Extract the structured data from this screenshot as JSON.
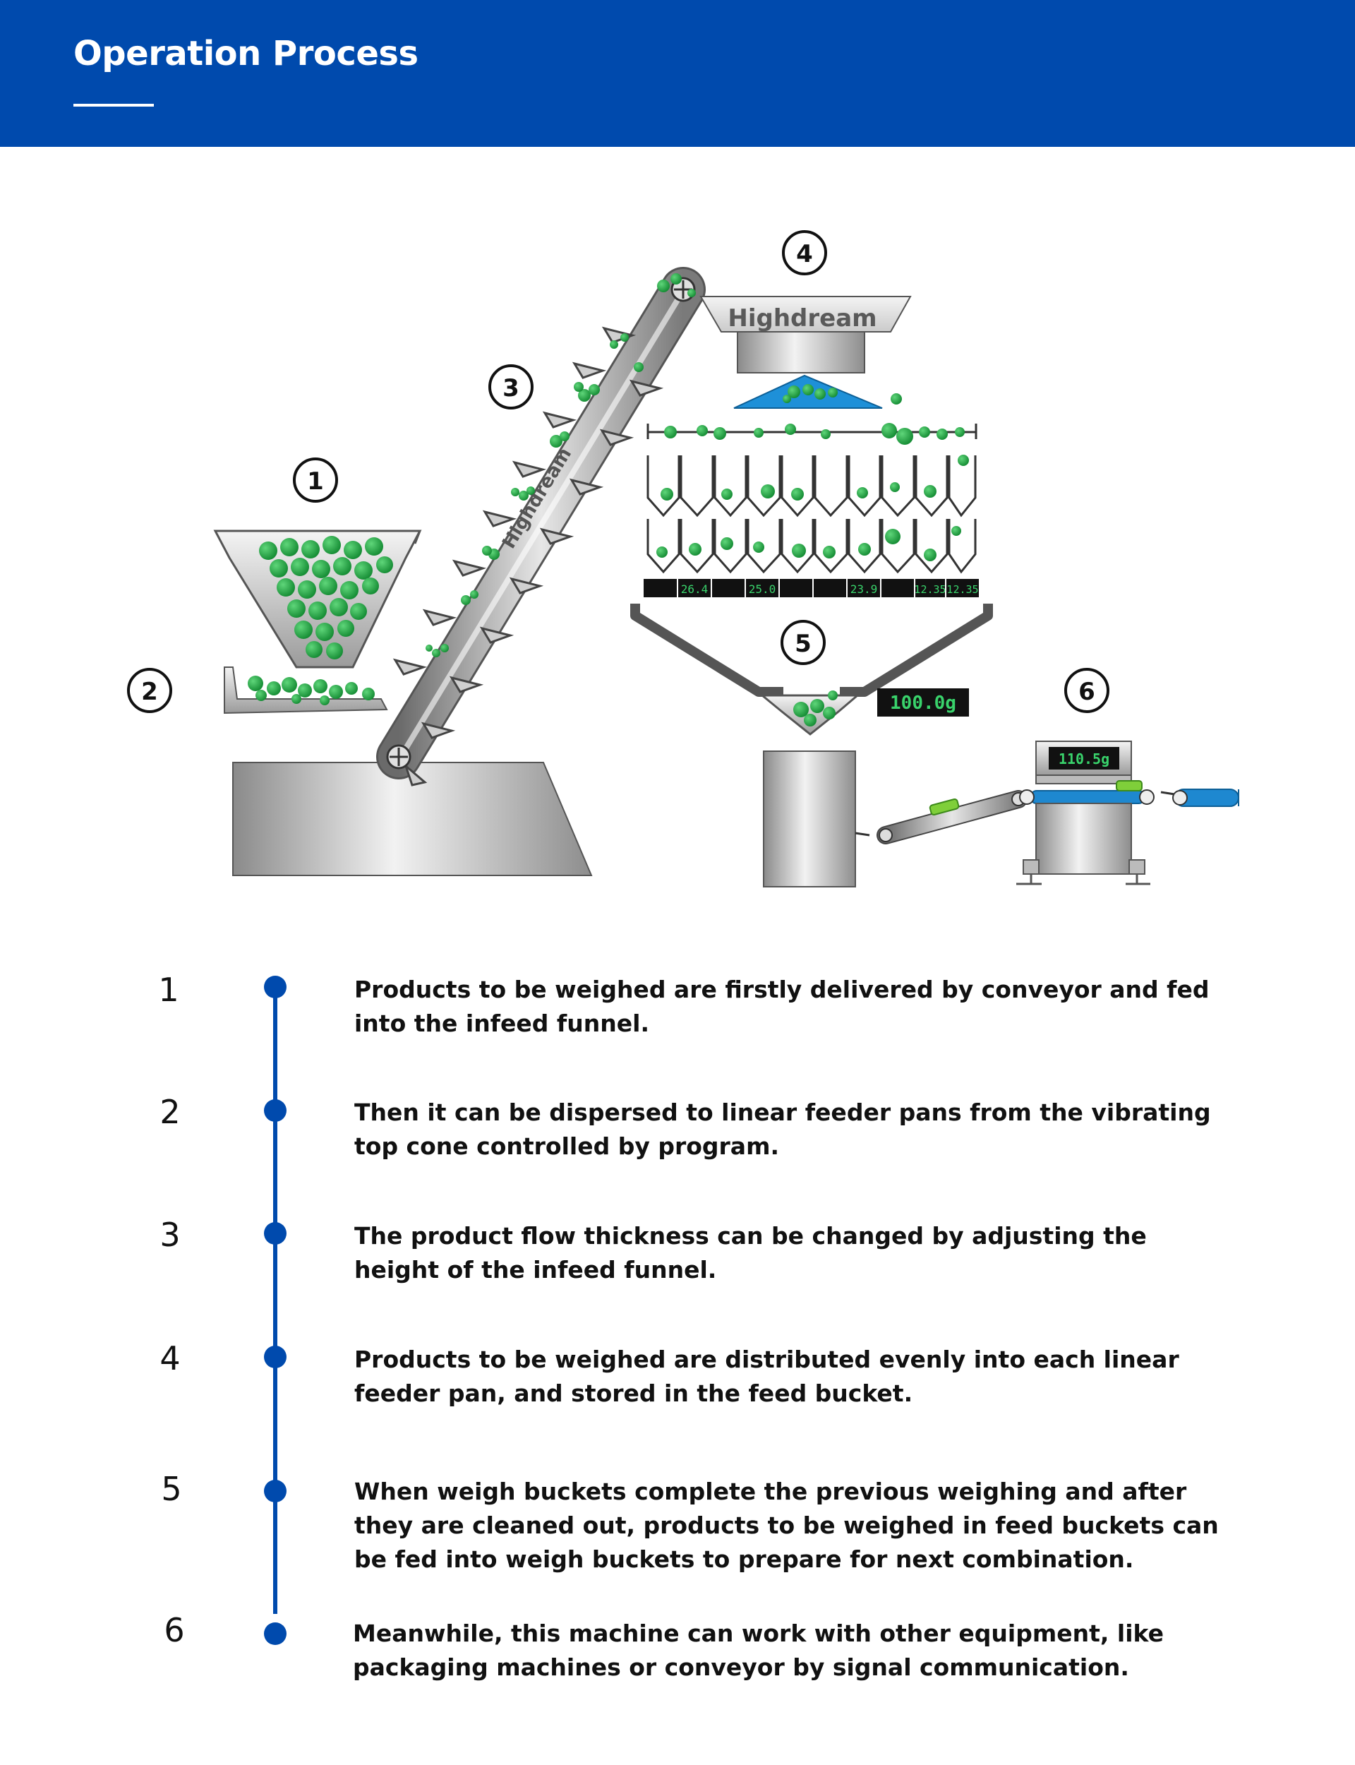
{
  "header": {
    "title": "Operation Process"
  },
  "diagram": {
    "markers": [
      "1",
      "2",
      "3",
      "4",
      "5",
      "6"
    ],
    "brand_text": "Highdream",
    "readouts": [
      "26.4",
      "25.0",
      "23.9",
      "12.35",
      "12.35"
    ],
    "final_weight": "100.0g",
    "check_weight": "110.5g"
  },
  "steps": [
    {
      "number": "1",
      "text": "Products to be weighed are firstly delivered by conveyor and fed into the infeed funnel."
    },
    {
      "number": "2",
      "text": "Then it can be dispersed to linear feeder pans from the vibrating top cone controlled by program."
    },
    {
      "number": "3",
      "text": "The product flow thickness can be changed by adjusting the height of the infeed funnel."
    },
    {
      "number": "4",
      "text": "Products to be weighed are distributed evenly into each linear feeder pan, and stored in the feed bucket."
    },
    {
      "number": "5",
      "text": "When weigh buckets complete the previous weighing and after they are cleaned out, products to be weighed in feed buckets can be fed into weigh buckets to prepare for next combination."
    },
    {
      "number": "6",
      "text": "Meanwhile, this machine can work with other equipment, like packaging machines or conveyor by signal communication."
    }
  ],
  "colors": {
    "brand_blue": "#004aad",
    "product_green": "#22a845",
    "display_green": "#39d26b",
    "machine_gray": "#9a9a9a"
  }
}
